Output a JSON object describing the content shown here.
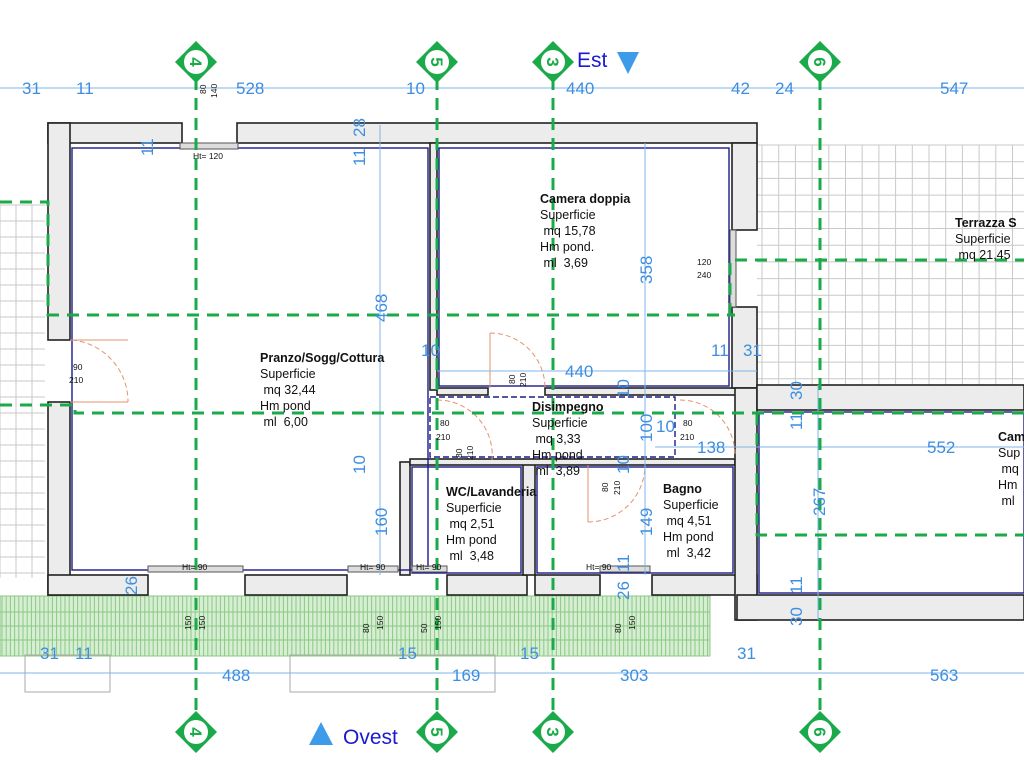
{
  "axes": [
    "4",
    "5",
    "3",
    "6"
  ],
  "orientation": {
    "top": "Est",
    "bottom": "Ovest",
    "arrow_color": "#3d9be9"
  },
  "colors": {
    "axis": "#1aaa4a",
    "dimension": "#3d8ee0",
    "room_outline": "#1b1b8c",
    "balcony": "#9fd39a"
  },
  "top_dims": [
    "31",
    "11",
    "528",
    "10",
    "440",
    "42",
    "24",
    "547"
  ],
  "top_window": [
    "80",
    "140"
  ],
  "bottom_dims": [
    "31",
    "11",
    "488",
    "15",
    "169",
    "15",
    "303",
    "31",
    "563"
  ],
  "vertical_dims": [
    "28",
    "11",
    "468",
    "10",
    "160",
    "358",
    "10",
    "100",
    "10",
    "149",
    "11",
    "26",
    "26",
    "30",
    "11",
    "267",
    "11",
    "30"
  ],
  "inner_dims": [
    "10",
    "440",
    "11",
    "31",
    "10",
    "138",
    "552",
    "11"
  ],
  "rooms": [
    {
      "name": "Pranzo/Sogg/Cottura",
      "l1": "Superficie",
      "l2": " mq 32,44",
      "l3": "Hm pond",
      "l4": " ml  6,00"
    },
    {
      "name": "Camera doppia",
      "l1": "Superficie",
      "l2": " mq 15,78",
      "l3": "Hm pond.",
      "l4": " ml  3,69"
    },
    {
      "name": "Disimpegno",
      "l1": "Superficie",
      "l2": " mq 3,33",
      "l3": "Hm pond",
      "l4": " ml  3,89"
    },
    {
      "name": "WC/Lavanderia",
      "l1": "Superficie",
      "l2": " mq 2,51",
      "l3": "Hm pond",
      "l4": " ml  3,48"
    },
    {
      "name": "Bagno",
      "l1": "Superficie",
      "l2": " mq 4,51",
      "l3": "Hm pond",
      "l4": " ml  3,42"
    },
    {
      "name": "Terrazza S",
      "l1": "Superficie",
      "l2": " mq 21,45"
    },
    {
      "name": "Cam",
      "l1": "Sup",
      "l2": " mq",
      "l3": "Hm",
      "l4": " ml"
    }
  ],
  "openings": {
    "window_top": "Ht= 120",
    "window_sills": [
      "Ht= 90",
      "Ht= 90",
      "Ht= 90",
      "Ht= 90"
    ],
    "door_left": [
      "90",
      "210"
    ],
    "door_camera": [
      "80",
      "210"
    ],
    "door_disimpegno_left": [
      "80",
      "210"
    ],
    "door_wc": [
      "80",
      "210"
    ],
    "door_bagno_side": [
      "80",
      "210"
    ],
    "door_bagno": [
      "80",
      "210"
    ],
    "window_camera": [
      "120",
      "240"
    ],
    "balcony_marks": [
      "150",
      "150",
      "80",
      "150",
      "50",
      "150",
      "80",
      "150"
    ]
  }
}
